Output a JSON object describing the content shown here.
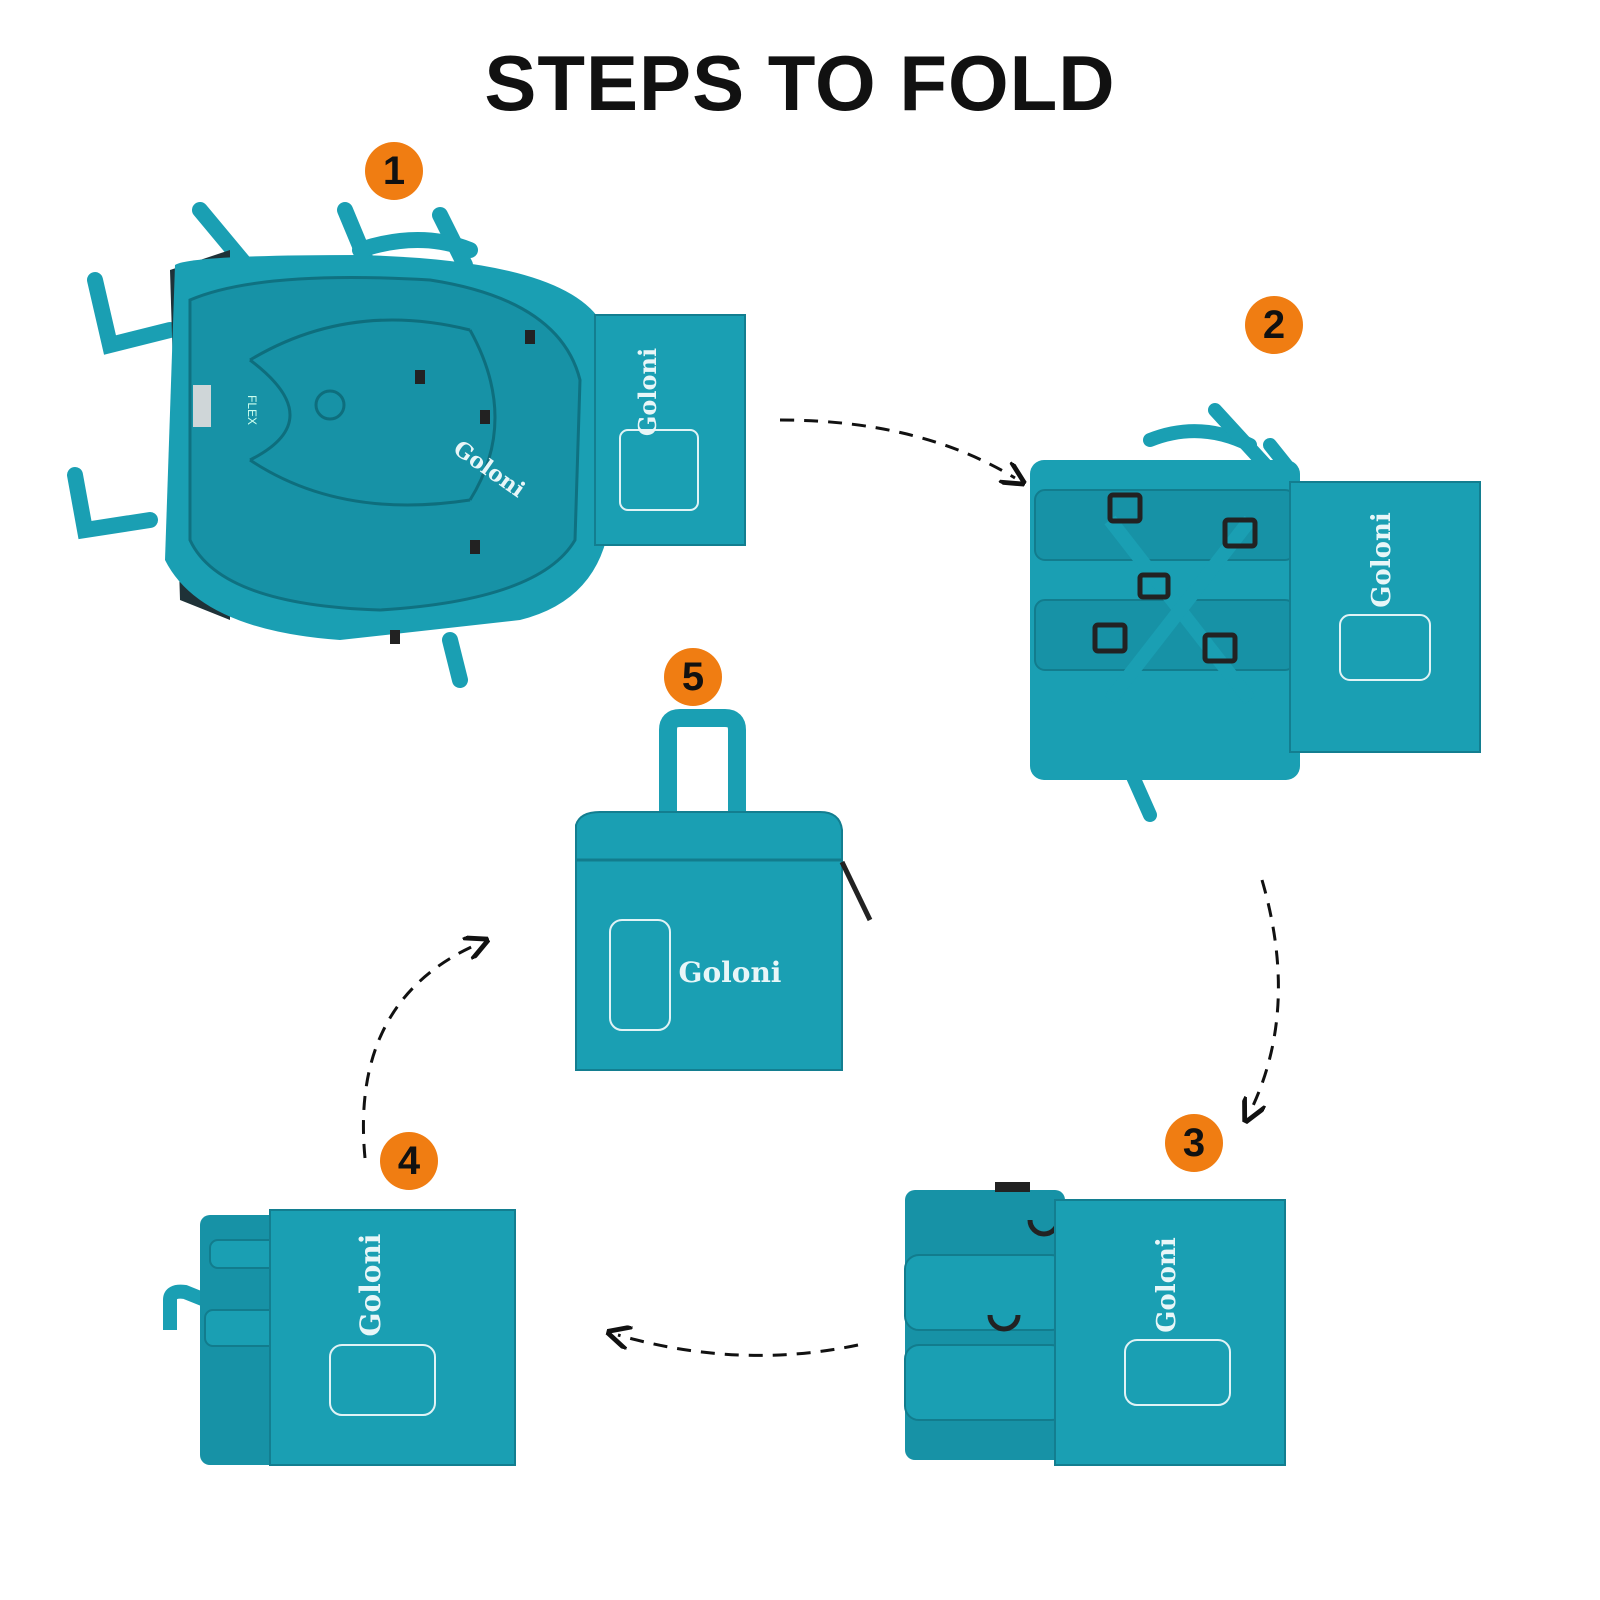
{
  "page": {
    "title": "STEPS TO FOLD"
  },
  "steps": [
    {
      "number": "1",
      "brand": "Goloni",
      "logo": "FLEX"
    },
    {
      "number": "2",
      "brand": "Goloni"
    },
    {
      "number": "3",
      "brand": "Goloni"
    },
    {
      "number": "4",
      "brand": "Goloni"
    },
    {
      "number": "5",
      "brand": "Goloni"
    }
  ],
  "colors": {
    "badge": "#f07d12",
    "bag": "#1a9fb3",
    "bag_dark": "#137e90",
    "arrow": "#111111",
    "title": "#111111"
  }
}
